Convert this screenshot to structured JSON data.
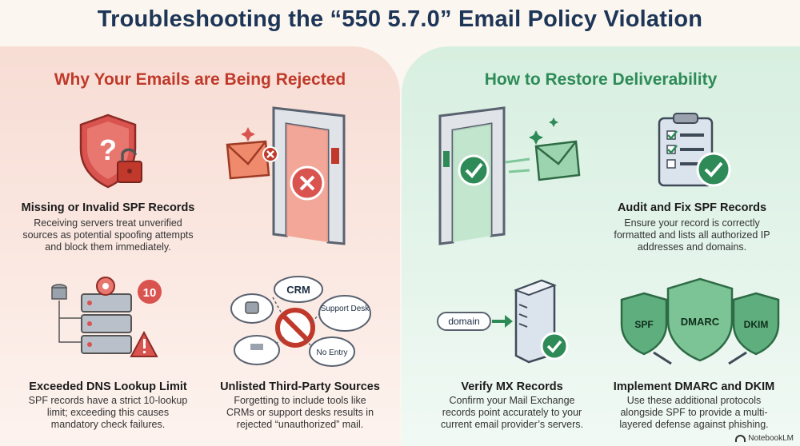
{
  "title": "Troubleshooting the “550 5.7.0” Email Policy Violation",
  "left": {
    "heading": "Why Your Emails are Being Rejected",
    "items": [
      {
        "title": "Missing or Invalid SPF Records",
        "lines": [
          "Receiving servers treat unverified",
          "sources as potential spoofing attempts",
          "and block them immediately."
        ]
      },
      {
        "title": "Exceeded DNS Lookup Limit",
        "badge": "10",
        "lines": [
          "SPF records have a strict 10-lookup",
          "limit; exceeding this causes",
          "mandatory check failures."
        ]
      },
      {
        "title": "Unlisted Third-Party Sources",
        "clouds": [
          "CRM",
          "Support Desk",
          "No Entry"
        ],
        "lines": [
          "Forgetting to include tools like",
          "CRMs or support desks results in",
          "rejected “unauthorized” mail."
        ]
      }
    ]
  },
  "right": {
    "heading": "How to Restore Deliverability",
    "items": [
      {
        "title": "Audit and Fix SPF Records",
        "lines": [
          "Ensure your record is correctly",
          "formatted and lists all authorized IP",
          "addresses and domains."
        ]
      },
      {
        "title": "Verify MX Records",
        "domain_label": "domain",
        "lines": [
          "Confirm your Mail Exchange",
          "records point accurately to your",
          "current email provider’s servers."
        ]
      },
      {
        "title": "Implement DMARC and DKIM",
        "shields": [
          "SPF",
          "DMARC",
          "DKIM"
        ],
        "lines": [
          "Use these additional protocols",
          "alongside SPF to provide a multi-",
          "layered defense against phishing."
        ]
      }
    ]
  },
  "footer": {
    "brand": "NotebookLM"
  },
  "colors": {
    "title": "#1d3557",
    "reject": "#c0392b",
    "restore": "#2e8b57"
  }
}
